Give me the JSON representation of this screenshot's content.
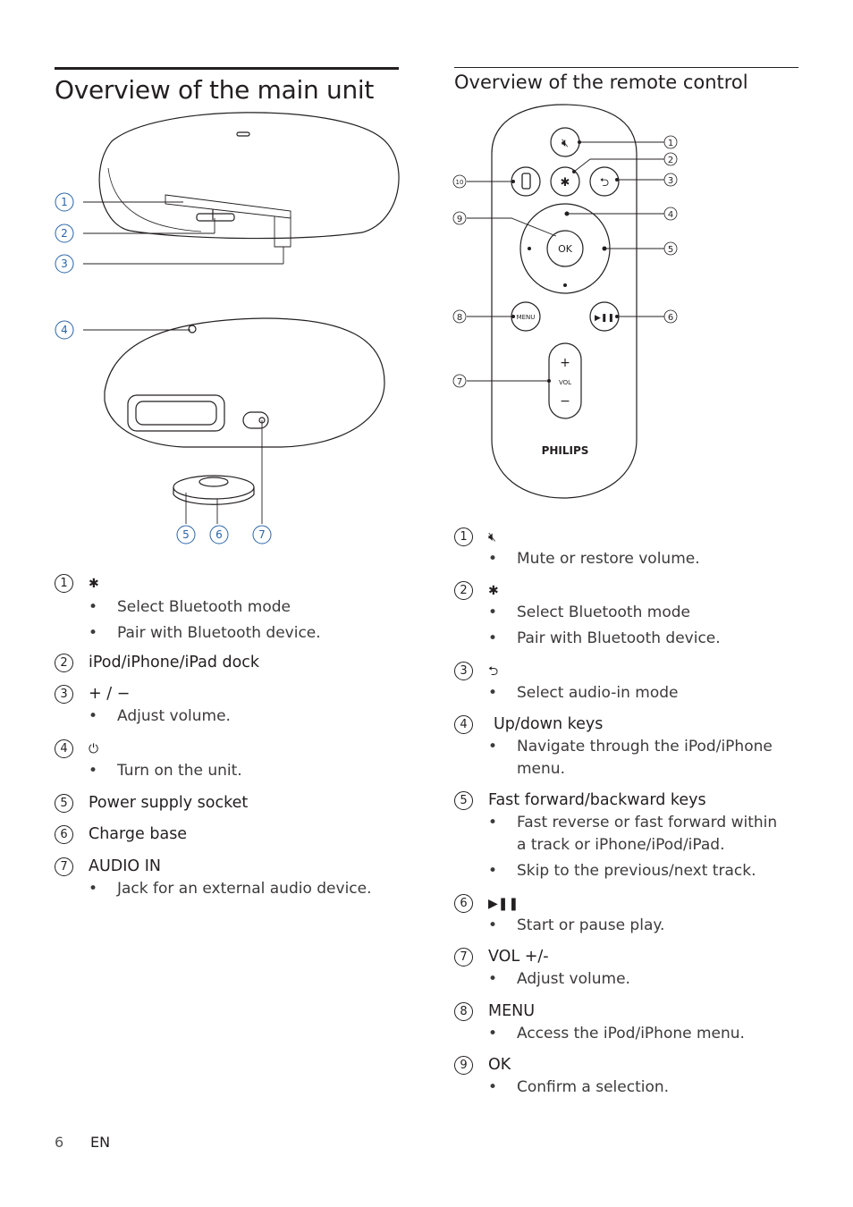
{
  "left": {
    "heading": "Overview of the main unit",
    "figure_callouts": [
      "1",
      "2",
      "3",
      "4",
      "5",
      "6",
      "7"
    ],
    "items": [
      {
        "num": "1",
        "icon": "bluetooth-icon",
        "glyph": "✱",
        "title": "",
        "bullets": [
          "Select Bluetooth mode",
          "Pair with Bluetooth device."
        ]
      },
      {
        "num": "2",
        "title": "iPod/iPhone/iPad dock",
        "bullets": []
      },
      {
        "num": "3",
        "title": "+ / −",
        "bullets": [
          "Adjust volume."
        ]
      },
      {
        "num": "4",
        "icon": "power-icon",
        "glyph": "⏻",
        "title": "",
        "bullets": [
          "Turn on the unit."
        ]
      },
      {
        "num": "5",
        "title": "Power supply socket",
        "bullets": []
      },
      {
        "num": "6",
        "title": "Charge base",
        "bullets": []
      },
      {
        "num": "7",
        "title": "AUDIO IN",
        "bullets": [
          "Jack for an external audio device."
        ]
      }
    ]
  },
  "right": {
    "heading": "Overview of the remote control",
    "figure_callouts": [
      "1",
      "2",
      "3",
      "4",
      "5",
      "6",
      "7",
      "8",
      "9",
      "10"
    ],
    "remote_labels": {
      "ok": "OK",
      "menu": "MENU",
      "vol": "VOL",
      "plus": "+",
      "minus": "−",
      "brand": "PHILIPS"
    },
    "items": [
      {
        "num": "1",
        "icon": "mute-icon",
        "glyph": "🔇︎",
        "title": "",
        "bullets": [
          "Mute or restore volume."
        ]
      },
      {
        "num": "2",
        "icon": "bluetooth-icon",
        "glyph": "✱",
        "title": "",
        "bullets": [
          "Select Bluetooth mode",
          "Pair with Bluetooth device."
        ]
      },
      {
        "num": "3",
        "icon": "audio-in-icon",
        "glyph": "⮌",
        "title": "",
        "bullets": [
          "Select audio-in mode"
        ]
      },
      {
        "num": "4",
        "title": "Up/down keys",
        "bullets": [
          "Navigate through the iPod/iPhone menu."
        ]
      },
      {
        "num": "5",
        "title": "Fast forward/backward keys",
        "bullets": [
          "Fast reverse or fast forward within a track or iPhone/iPod/iPad.",
          "Skip to the previous/next track."
        ]
      },
      {
        "num": "6",
        "icon": "play-pause-icon",
        "glyph": "▶❚❚",
        "title": "",
        "bullets": [
          "Start or pause play."
        ]
      },
      {
        "num": "7",
        "title": "VOL +/-",
        "bullets": [
          "Adjust volume."
        ]
      },
      {
        "num": "8",
        "title": "MENU",
        "bullets": [
          "Access the iPod/iPhone menu."
        ]
      },
      {
        "num": "9",
        "title": "OK",
        "bullets": [
          "Confirm a selection."
        ]
      }
    ]
  },
  "footer": {
    "page": "6",
    "lang": "EN"
  }
}
